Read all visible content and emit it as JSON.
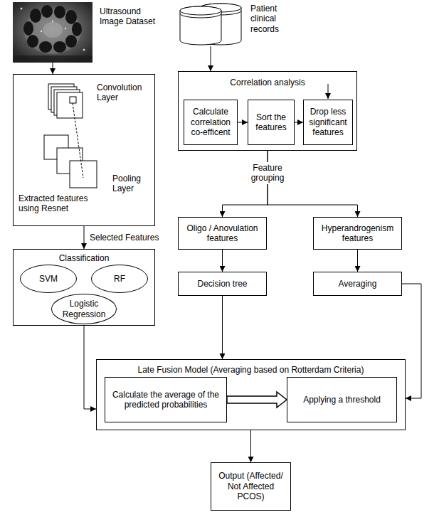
{
  "diagram": {
    "nodes": [
      {
        "text": [
          "Ultrasound Image Dataset"
        ]
      },
      {
        "text": [
          "Patient clinical records"
        ]
      },
      {
        "text": [
          "Convolution Layer",
          "Extracted features using Resnet",
          "Pooling Layer"
        ]
      },
      {
        "text": [
          "Correlation analysis"
        ]
      },
      {
        "text": [
          "Calculate correlation co-efficent"
        ],
        "in": 3
      },
      {
        "text": [
          "Sort the features"
        ],
        "in": 3
      },
      {
        "text": [
          "Drop less significant features"
        ],
        "in": 3
      },
      {
        "text": [
          "Classification"
        ]
      },
      {
        "text": [
          "SVM"
        ],
        "in": 7
      },
      {
        "text": [
          "RF"
        ],
        "in": 7
      },
      {
        "text": [
          "Logistic Regression"
        ],
        "in": 7
      },
      {
        "text": [
          "Oligo / Anovulation features"
        ]
      },
      {
        "text": [
          "Hyperandrogenism features"
        ]
      },
      {
        "text": [
          "Decision tree"
        ]
      },
      {
        "text": [
          "Averaging"
        ]
      },
      {
        "text": [
          "Late Fusion Model (Averaging based on Rotterdam Criteria)"
        ]
      },
      {
        "text": [
          "Calculate the average of the predicted probabilities"
        ],
        "in": 15
      },
      {
        "text": [
          "Applying a threshold"
        ],
        "in": 15
      },
      {
        "text": [
          "Output (Affected/ Not Affected PCOS)"
        ]
      }
    ],
    "edges": [
      {
        "from": 0,
        "to": 2,
        "arrow": "to"
      },
      {
        "from": 2,
        "to": 7,
        "label": "Selected Features",
        "arrow": "to"
      },
      {
        "from": 1,
        "to": 3,
        "arrow": "to"
      },
      {
        "from": 4,
        "to": 5,
        "arrow": "to"
      },
      {
        "from": 5,
        "to": 6,
        "arrow": "to"
      },
      {
        "from": 3,
        "to": 11,
        "arrow": "to"
      },
      {
        "from": 3,
        "to": 12,
        "arrow": "to"
      },
      {
        "from": 11,
        "to": 13,
        "arrow": "to"
      },
      {
        "from": 12,
        "to": 14,
        "arrow": "to"
      },
      {
        "from": 13,
        "to": 15,
        "arrow": "to"
      },
      {
        "from": 7,
        "to": 15,
        "arrow": "to"
      },
      {
        "from": 14,
        "to": 15,
        "arrow": "to"
      },
      {
        "from": 16,
        "to": 17,
        "arrow": "to"
      },
      {
        "from": 15,
        "to": 18,
        "arrow": "to"
      }
    ],
    "labels": [
      "Feature grouping"
    ]
  }
}
